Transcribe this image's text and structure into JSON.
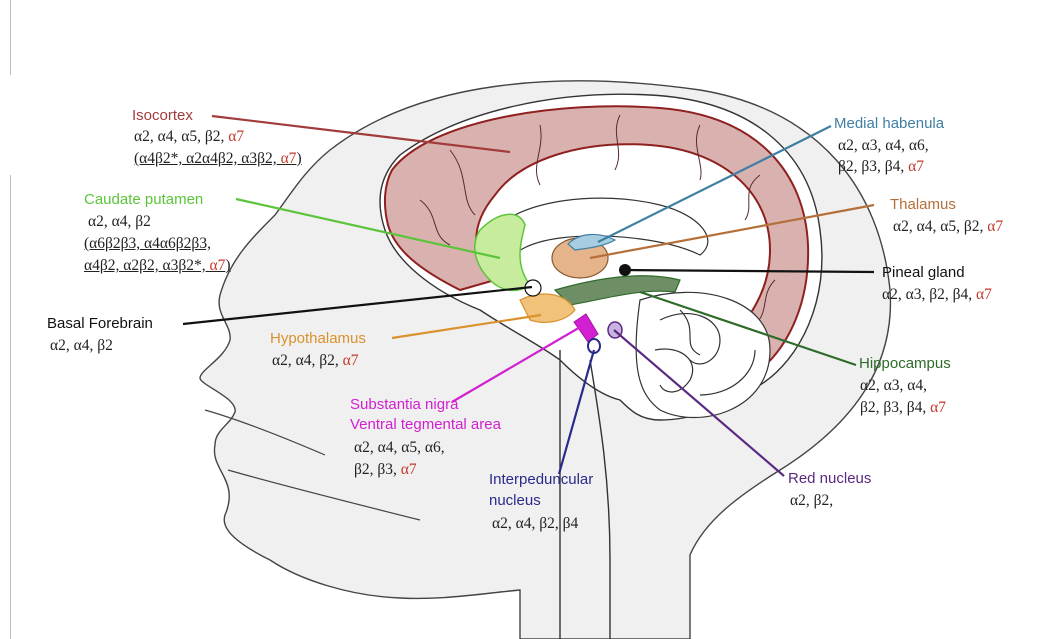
{
  "regions": {
    "isocortex": {
      "name": "Isocortex",
      "subunits": "α2, α4, α5, β2,",
      "alpha7": "α7",
      "complex_open": "(α4β2*, α2α4β2, α3β2,",
      "complex_a7": "α7",
      "complex_close": ")",
      "color": "#a23b3b"
    },
    "caudate_putamen": {
      "name": "Caudate putamen",
      "subunits": "α2, α4, β2",
      "complex_line1": "(α6β2β3, α4α6β2β3,",
      "complex_line2": "α4β2, α2β2, α3β2*,",
      "complex_a7": "α7",
      "complex_close": ")",
      "color": "#5cc43a"
    },
    "basal_forebrain": {
      "name": "Basal Forebrain",
      "subunits": "α2, α4, β2",
      "color": "#111111"
    },
    "hypothalamus": {
      "name": "Hypothalamus",
      "subunits": "α2, α4, β2,",
      "alpha7": "α7",
      "color": "#d9922e"
    },
    "substantia_nigra": {
      "name_line1": "Substantia nigra",
      "name_line2": "Ventral tegmental area",
      "subunits_line1": "α2, α4, α5, α6,",
      "subunits_line2": "β2, β3,",
      "alpha7": "α7",
      "color": "#d21fd2"
    },
    "interpeduncular_nucleus": {
      "name_line1": "Interpeduncular",
      "name_line2": "nucleus",
      "subunits": "α2, α4, β2, β4",
      "color": "#2a2a8c"
    },
    "medial_habenula": {
      "name": "Medial habenula",
      "subunits_line1": "α2, α3, α4, α6,",
      "subunits_line2": "β2, β3, β4,",
      "alpha7": "α7",
      "color": "#3f7fa3"
    },
    "thalamus": {
      "name": "Thalamus",
      "subunits": "α2, α4, α5, β2,",
      "alpha7": "α7",
      "color": "#b5703a"
    },
    "pineal_gland": {
      "name": "Pineal gland",
      "subunits": "α2, α3, β2, β4,",
      "alpha7": "α7",
      "color": "#111111"
    },
    "hippocampus": {
      "name": "Hippocampus",
      "subunits_line1": "α2, α3, α4,",
      "subunits_line2": "β2, β3, β4,",
      "alpha7": "α7",
      "color": "#2f6b2a"
    },
    "red_nucleus": {
      "name": "Red nucleus",
      "subunits": "α2, β2,",
      "color": "#5b2a82"
    }
  },
  "colors": {
    "alpha7": "#c0392b",
    "cortex_fill": "#d9b2b0",
    "cortex_stroke": "#8f2020",
    "head_fill": "#f0f0f0",
    "outline": "#333333"
  }
}
